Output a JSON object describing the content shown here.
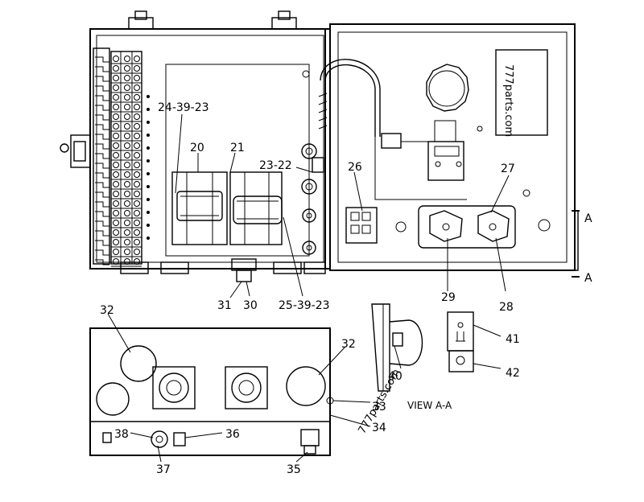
{
  "callouts": {
    "c24_39_23": "24-39-23",
    "c20": "20",
    "c21": "21",
    "c23_22": "23-22",
    "c26": "26",
    "c27": "27",
    "c29": "29",
    "c28": "28",
    "c31": "31",
    "c30": "30",
    "c25_39_23": "25-39-23",
    "c32a": "32",
    "c32b": "32",
    "c33": "33",
    "c34": "34",
    "c36": "36",
    "c38": "38",
    "c37": "37",
    "c35": "35",
    "c40": "40",
    "c41": "41",
    "c42": "42",
    "view_a1": "A",
    "view_a2": "A",
    "view_caption": "VIEW A-A"
  },
  "watermarks": {
    "panel": "777parts.com",
    "diagonal": "777parts.com"
  }
}
